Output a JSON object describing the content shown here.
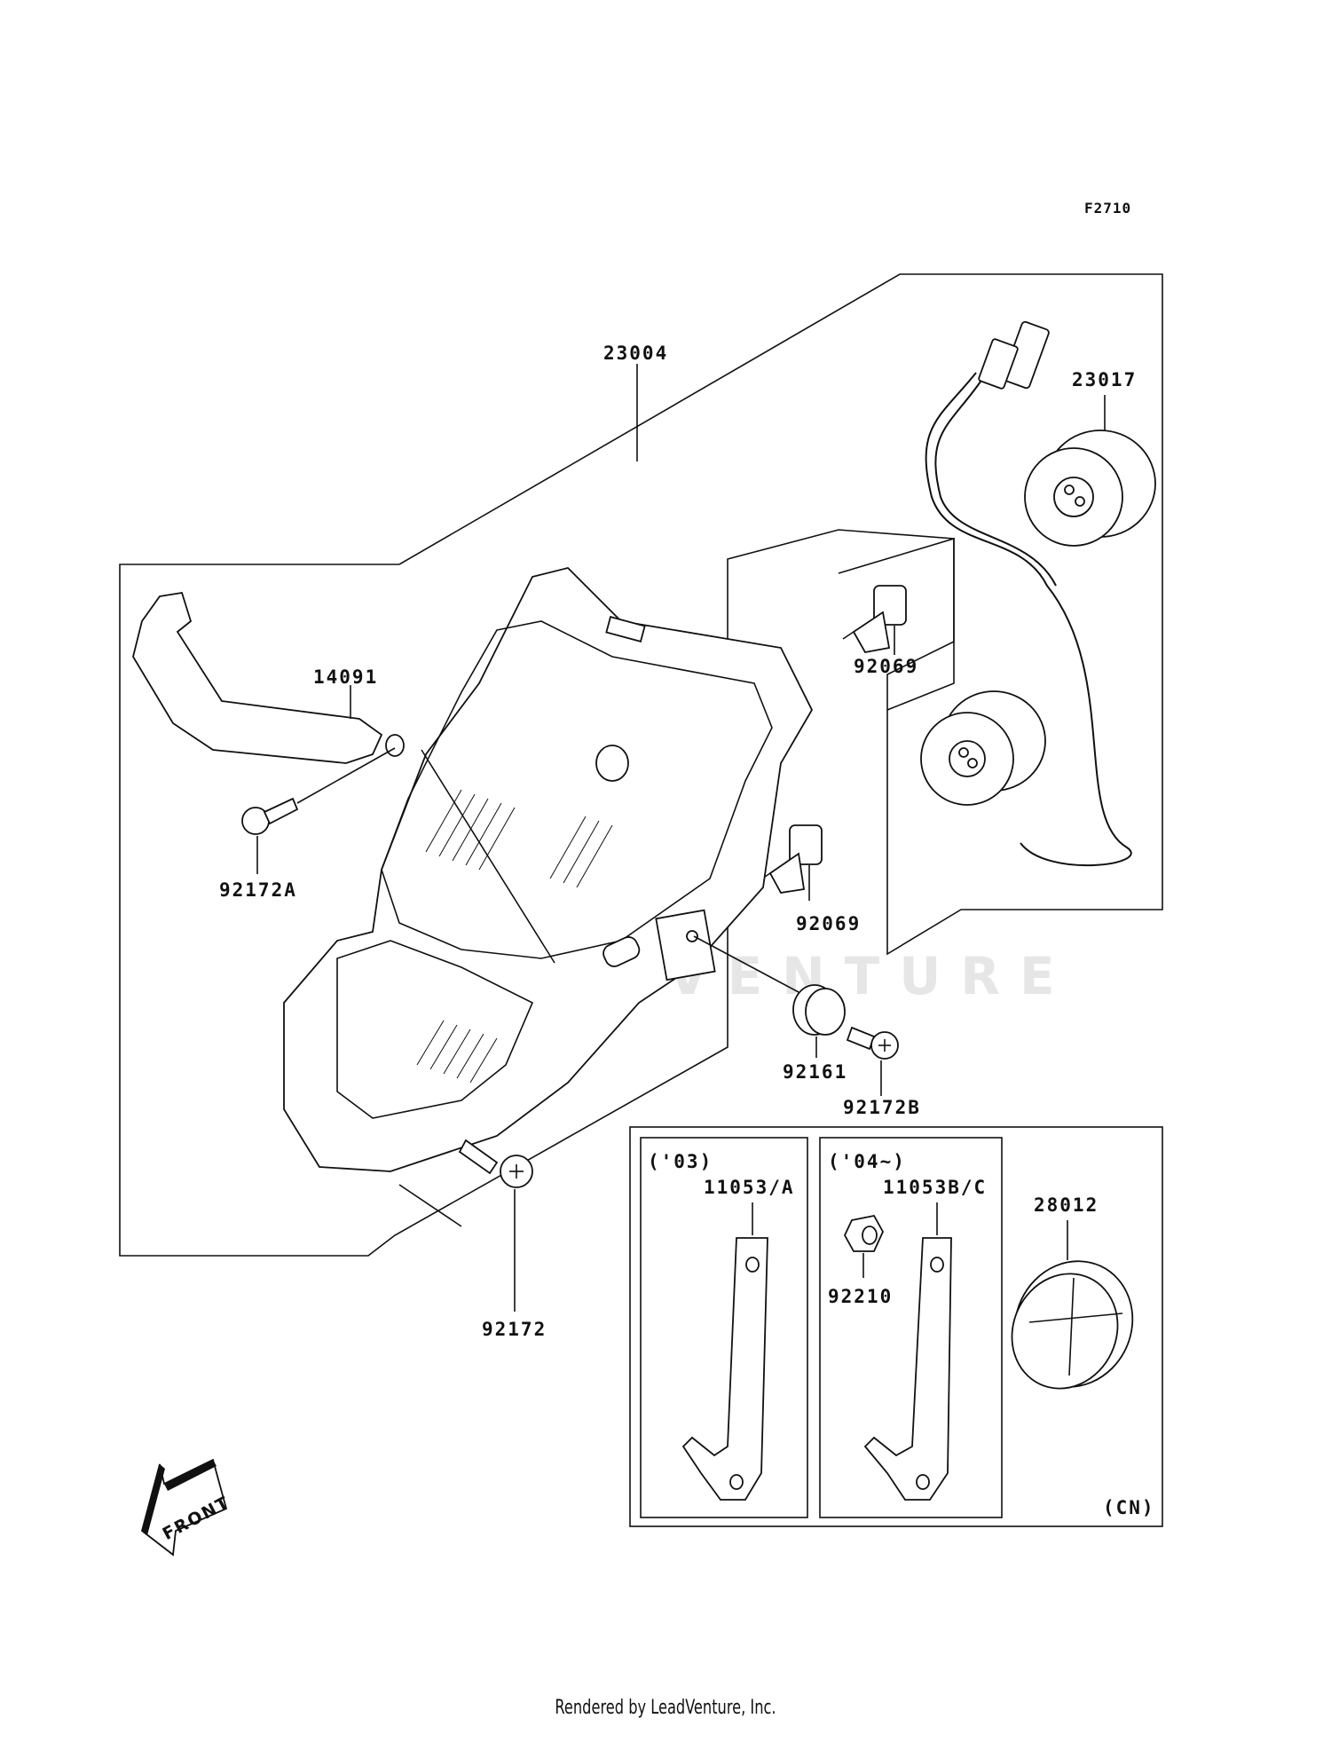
{
  "diagram": {
    "figure_code": "F2710",
    "watermark": "LEADVENTURE",
    "front_label": "FRONT",
    "region_code": "(CN)",
    "parts": {
      "headlight_assembly": "23004",
      "socket_harness": "23017",
      "bracket_arm": "14091",
      "screw_a": "92172A",
      "bulb_upper": "92069",
      "bulb_lower": "92069",
      "damper": "92161",
      "screw_b": "92172B",
      "bolt": "92172",
      "stay_03": "11053/A",
      "stay_04": "11053B/C",
      "collar": "92210",
      "reflector": "28012"
    },
    "variants": {
      "year_03": "('03)",
      "year_04": "('04~)"
    }
  },
  "footer": {
    "text": "Rendered by LeadVenture, Inc."
  }
}
